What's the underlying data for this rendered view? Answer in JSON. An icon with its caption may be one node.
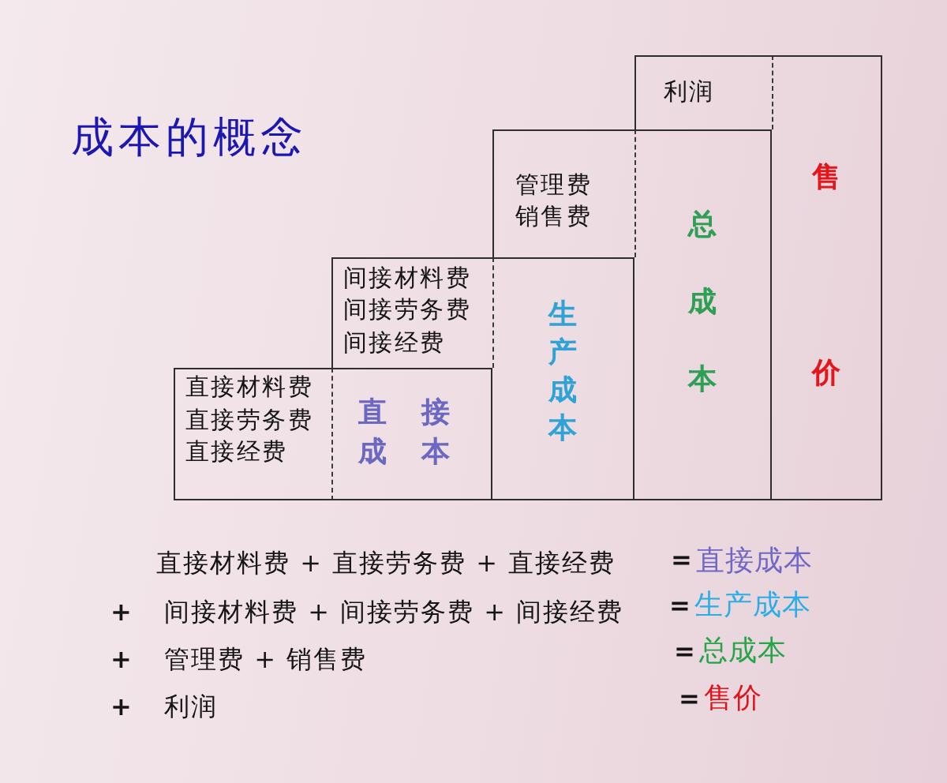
{
  "diagram": {
    "title": "成本的概念",
    "nodes": [
      {
        "text": [
          "直接材料费",
          "直接劳务费",
          "直接经费"
        ]
      },
      {
        "text": [
          "直接成本"
        ]
      },
      {
        "text": [
          "间接材料费",
          "间接劳务费",
          "间接经费"
        ]
      },
      {
        "text": [
          "生产成本"
        ]
      },
      {
        "text": [
          "管理费",
          "销售费"
        ]
      },
      {
        "text": [
          "总成本"
        ]
      },
      {
        "text": [
          "利润"
        ]
      },
      {
        "text": [
          "售价"
        ]
      }
    ],
    "labels": [
      "直接材料费 + 直接劳务费 + 直接经费",
      "=",
      "直接成本",
      "+",
      "间接材料费 + 间接劳务费 + 间接经费",
      "=",
      "生产成本",
      "+",
      "管理费 + 销售费",
      "=",
      "总成本",
      "+",
      "利润",
      "=",
      "售价"
    ]
  }
}
